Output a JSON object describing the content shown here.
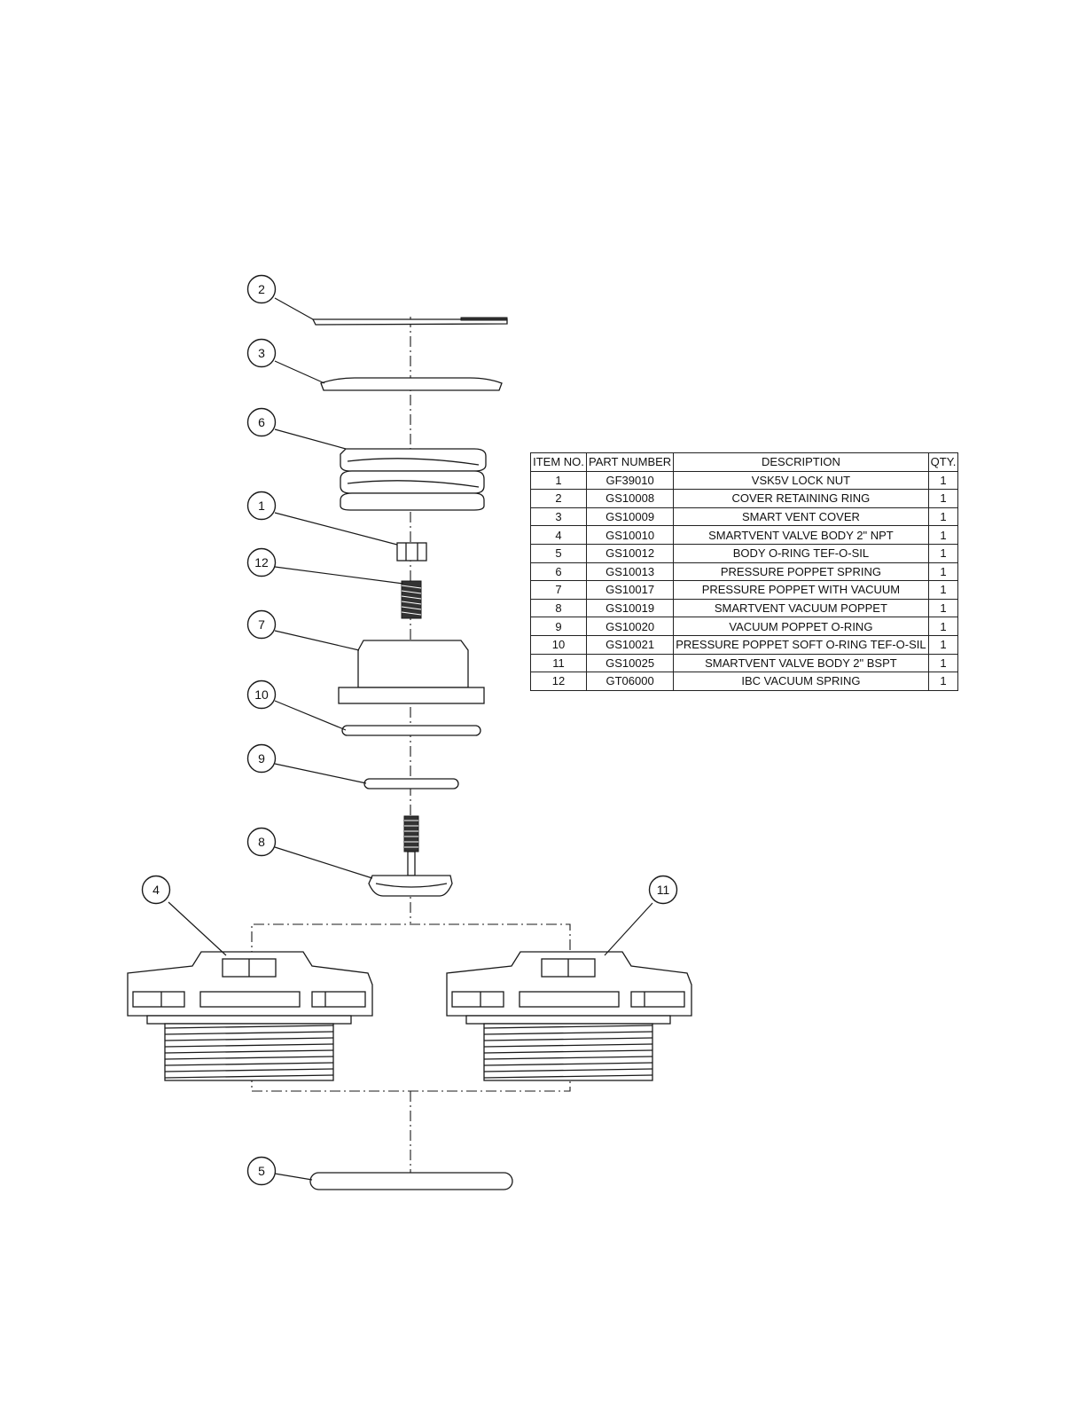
{
  "diagram": {
    "balloons": [
      {
        "label": "2"
      },
      {
        "label": "3"
      },
      {
        "label": "6"
      },
      {
        "label": "1"
      },
      {
        "label": "12"
      },
      {
        "label": "7"
      },
      {
        "label": "10"
      },
      {
        "label": "9"
      },
      {
        "label": "8"
      },
      {
        "label": "4"
      },
      {
        "label": "11"
      },
      {
        "label": "5"
      }
    ]
  },
  "bom": {
    "headers": [
      "ITEM NO.",
      "PART NUMBER",
      "DESCRIPTION",
      "QTY."
    ],
    "rows": [
      [
        "1",
        "GF39010",
        "VSK5V LOCK NUT",
        "1"
      ],
      [
        "2",
        "GS10008",
        "COVER RETAINING RING",
        "1"
      ],
      [
        "3",
        "GS10009",
        "SMART VENT COVER",
        "1"
      ],
      [
        "4",
        "GS10010",
        "SMARTVENT VALVE BODY 2\" NPT",
        "1"
      ],
      [
        "5",
        "GS10012",
        "BODY O-RING TEF-O-SIL",
        "1"
      ],
      [
        "6",
        "GS10013",
        "PRESSURE POPPET SPRING",
        "1"
      ],
      [
        "7",
        "GS10017",
        "PRESSURE POPPET WITH VACUUM",
        "1"
      ],
      [
        "8",
        "GS10019",
        "SMARTVENT VACUUM POPPET",
        "1"
      ],
      [
        "9",
        "GS10020",
        "VACUUM POPPET O-RING",
        "1"
      ],
      [
        "10",
        "GS10021",
        "PRESSURE POPPET SOFT O-RING TEF-O-SIL",
        "1"
      ],
      [
        "11",
        "GS10025",
        "SMARTVENT VALVE BODY 2\" BSPT",
        "1"
      ],
      [
        "12",
        "GT06000",
        "IBC VACUUM SPRING",
        "1"
      ]
    ]
  }
}
